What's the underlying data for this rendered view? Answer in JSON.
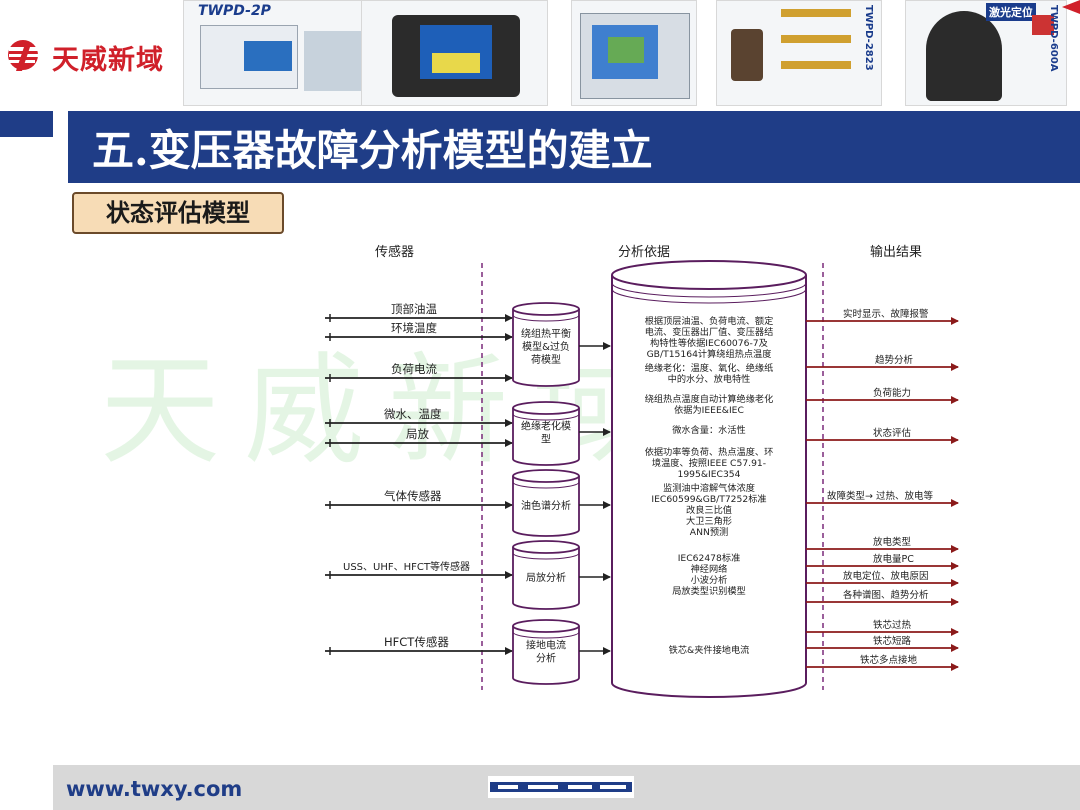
{
  "header": {
    "logo_text": "天威新域",
    "product_captions": [
      "TWPD-2P",
      "TWPD-2823",
      "TWPD-600A"
    ],
    "banner_captions": [
      "激光定位"
    ]
  },
  "title": "五.变压器故障分析模型的建立",
  "subtitle": "状态评估模型",
  "columns": {
    "sensors": "传感器",
    "analysis": "分析依据",
    "output": "输出结果"
  },
  "watermark": "天威新域",
  "inputs": [
    {
      "label": "顶部油温"
    },
    {
      "label": "环境温度"
    },
    {
      "label": "负荷电流"
    },
    {
      "label": "微水、温度"
    },
    {
      "label": "局放"
    },
    {
      "label": "气体传感器"
    },
    {
      "label": "USS、UHF、HFCT等传感器"
    },
    {
      "label": "HFCT传感器"
    }
  ],
  "models": [
    {
      "lines": [
        "绕组热平衡",
        "模型&过负",
        "荷模型"
      ]
    },
    {
      "lines": [
        "绝缘老化模",
        "型"
      ]
    },
    {
      "lines": [
        "油色谱分析"
      ]
    },
    {
      "lines": [
        "局放分析"
      ]
    },
    {
      "lines": [
        "接地电流",
        "分析"
      ]
    }
  ],
  "analysis_blocks": [
    {
      "lines": [
        "根据顶层油温、负荷电流、额定",
        "电流、变压器出厂值、变压器结",
        "构特性等依据IEC60076-7及",
        "GB/T15164计算绕组热点温度"
      ]
    },
    {
      "lines": [
        "绝缘老化：温度、氧化、绝缘纸",
        "中的水分、放电特性"
      ]
    },
    {
      "lines": [
        "绕组热点温度自动计算绝缘老化",
        "依据为IEEE&IEC"
      ]
    },
    {
      "lines": [
        "微水含量：水活性"
      ]
    },
    {
      "lines": [
        "依据功率等负荷、热点温度、环",
        "境温度、按照IEEE C57.91-",
        "1995&IEC354"
      ]
    },
    {
      "lines": [
        "监测油中溶解气体浓度",
        "IEC60599&GB/T7252标准",
        "改良三比值",
        "大卫三角形",
        "ANN预测"
      ]
    },
    {
      "lines": [
        "IEC62478标准",
        "神经网络",
        "小波分析",
        "局放类型识别模型"
      ]
    },
    {
      "lines": [
        "铁芯&夹件接地电流"
      ]
    }
  ],
  "outputs": [
    {
      "label": "实时显示、故障报警"
    },
    {
      "label": "趋势分析"
    },
    {
      "label": "负荷能力"
    },
    {
      "label": "状态评估"
    },
    {
      "label": "故障类型→ 过热、放电等"
    },
    {
      "label": "放电类型"
    },
    {
      "label": "放电量PC"
    },
    {
      "label": "放电定位、放电原因"
    },
    {
      "label": "各种谱图、趋势分析"
    },
    {
      "label": "铁芯过热"
    },
    {
      "label": "铁芯短路"
    },
    {
      "label": "铁芯多点接地"
    }
  ],
  "footer": {
    "url": "www.twxy.com"
  },
  "colors": {
    "brand_blue": "#1f3d87",
    "logo_red": "#d0202a",
    "line_purple": "#5a1d5e",
    "arrow_red": "#8b1a1a",
    "watermark_green": "#cfeecf"
  }
}
